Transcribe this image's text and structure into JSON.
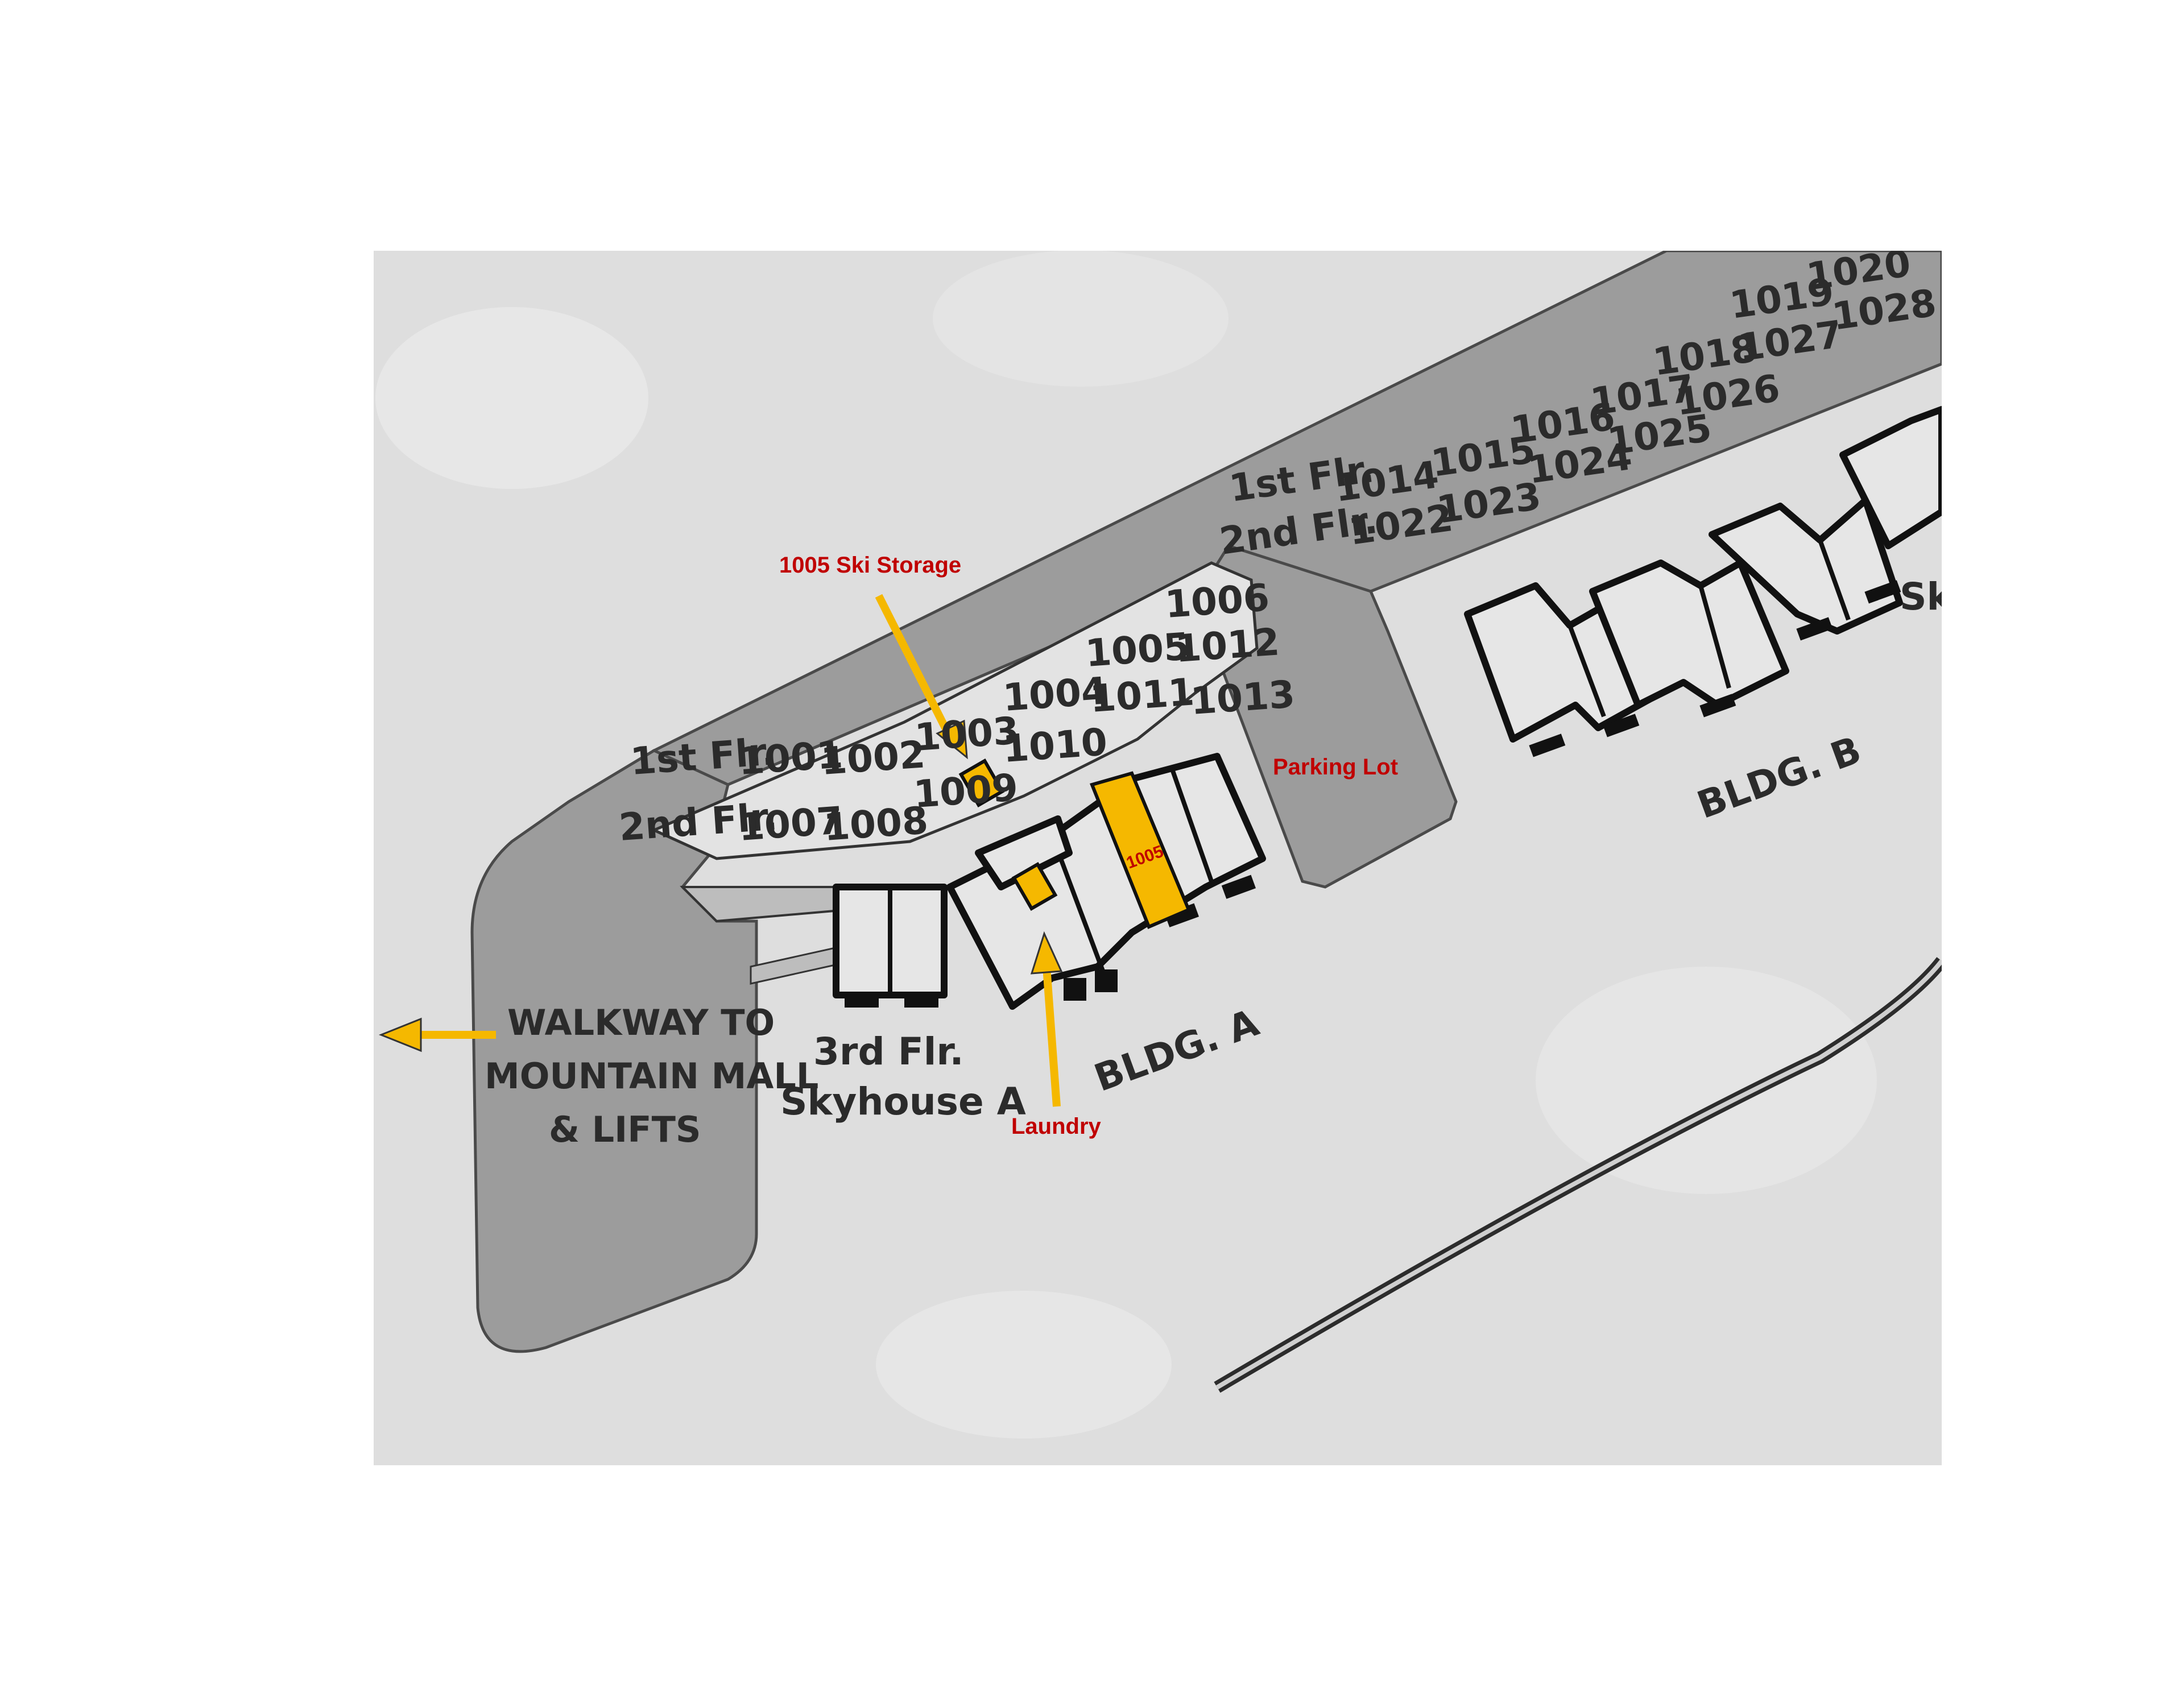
{
  "map": {
    "buildings": {
      "bldg_a": "BLDG. A",
      "bldg_b": "BLDG. B"
    },
    "floor_labels": {
      "first_a": "1st Flr.",
      "second_a": "2nd Flr.",
      "first_b": "1st Flr.",
      "second_b": "2nd Flr."
    },
    "units": {
      "u1001": "1001",
      "u1002": "1002",
      "u1003": "1003",
      "u1004": "1004",
      "u1005": "1005",
      "u1006": "1006",
      "u1007": "1007",
      "u1008": "1008",
      "u1009": "1009",
      "u1010": "1010",
      "u1011": "1011",
      "u1012": "1012",
      "u1013": "1013",
      "u1014": "1014",
      "u1015": "1015",
      "u1016": "1016",
      "u1017": "1017",
      "u1018": "1018",
      "u1019": "1019",
      "u1020": "1020",
      "u1022": "1022",
      "u1023": "1023",
      "u1024": "1024",
      "u1025": "1025",
      "u1026": "1026",
      "u1027": "1027",
      "u1028": "1028"
    },
    "skyhouse": {
      "line1": "3rd Flr.",
      "line2": "Skyhouse A"
    },
    "skyhouse_b_partial": "Sk",
    "walkway": {
      "line1": "WALKWAY TO",
      "line2": "MOUNTAIN MALL",
      "line3": "& LIFTS"
    },
    "annotations": {
      "ski_storage": "1005 Ski Storage",
      "laundry": "Laundry",
      "parking": "Parking Lot",
      "unit_highlight": "1005"
    },
    "colors": {
      "highlight": "#f5b800",
      "annotation_text": "#c00000",
      "road": "#9c9c9c",
      "background": "#dedede"
    }
  }
}
